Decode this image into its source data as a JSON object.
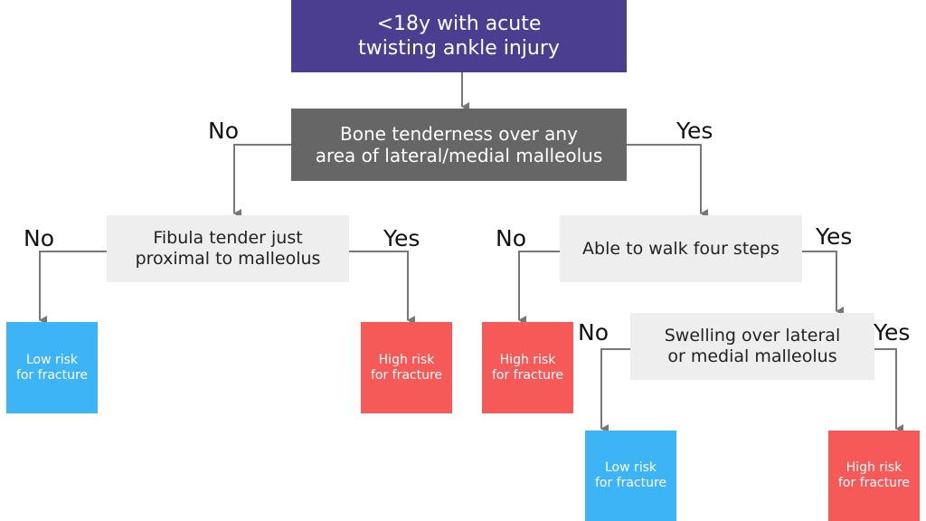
{
  "nodes": {
    "start": "<18y with acute\ntwisting ankle injury",
    "bone_tenderness": "Bone tenderness over any\narea of lateral/medial malleolus",
    "fibula_tender": "Fibula tender just\nproximal to malleolus",
    "walk_four_steps": "Able to walk four steps",
    "swelling": "Swelling over lateral\nor medial malleolus"
  },
  "results": {
    "fibula_no": "Low risk\nfor fracture",
    "fibula_yes": "High risk\nfor fracture",
    "walk_no": "High risk\nfor fracture",
    "swelling_no": "Low risk\nfor fracture",
    "swelling_yes": "High risk\nfor fracture"
  },
  "branch_labels": {
    "bone_no": "No",
    "bone_yes": "Yes",
    "fibula_no": "No",
    "fibula_yes": "Yes",
    "walk_no": "No",
    "walk_yes": "Yes",
    "swelling_no": "No",
    "swelling_yes": "Yes"
  },
  "colors": {
    "start": "#4b3d8f",
    "question_dark": "#666666",
    "question_light": "#eeeeee",
    "low_risk": "#3cb4f6",
    "high_risk": "#f55958",
    "connector": "#777777"
  }
}
